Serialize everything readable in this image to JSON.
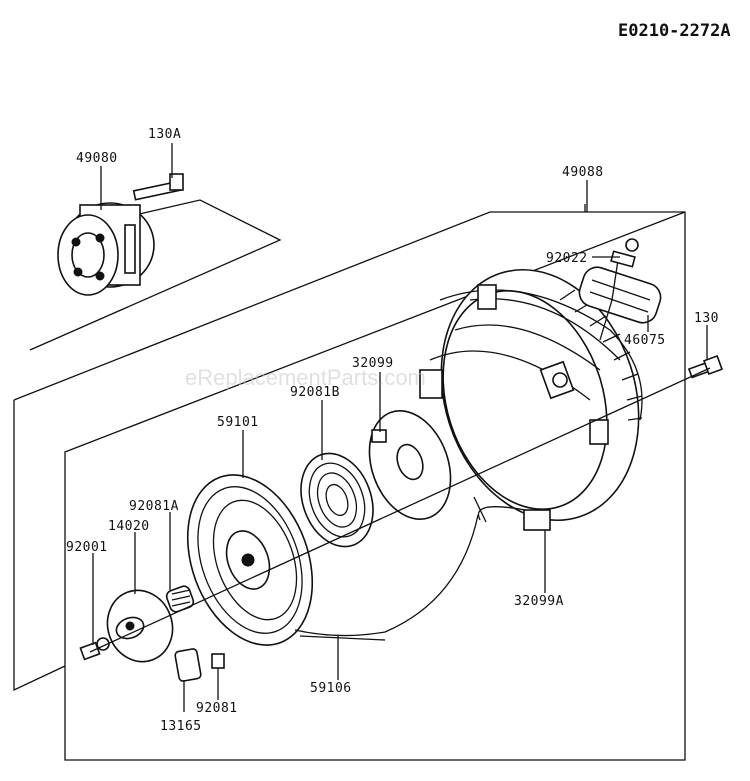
{
  "diagram": {
    "code": "E0210-2272A",
    "watermark": "eReplacementParts.com",
    "labels": {
      "p130A": "130A",
      "p49080": "49080",
      "p49088": "49088",
      "p92022": "92022",
      "p46075": "46075",
      "p130": "130",
      "p32099": "32099",
      "p92081B": "92081B",
      "p59101": "59101",
      "p92081A": "92081A",
      "p14020": "14020",
      "p92001": "92001",
      "p32099A": "32099A",
      "p59106": "59106",
      "p92081": "92081",
      "p13165": "13165"
    }
  }
}
